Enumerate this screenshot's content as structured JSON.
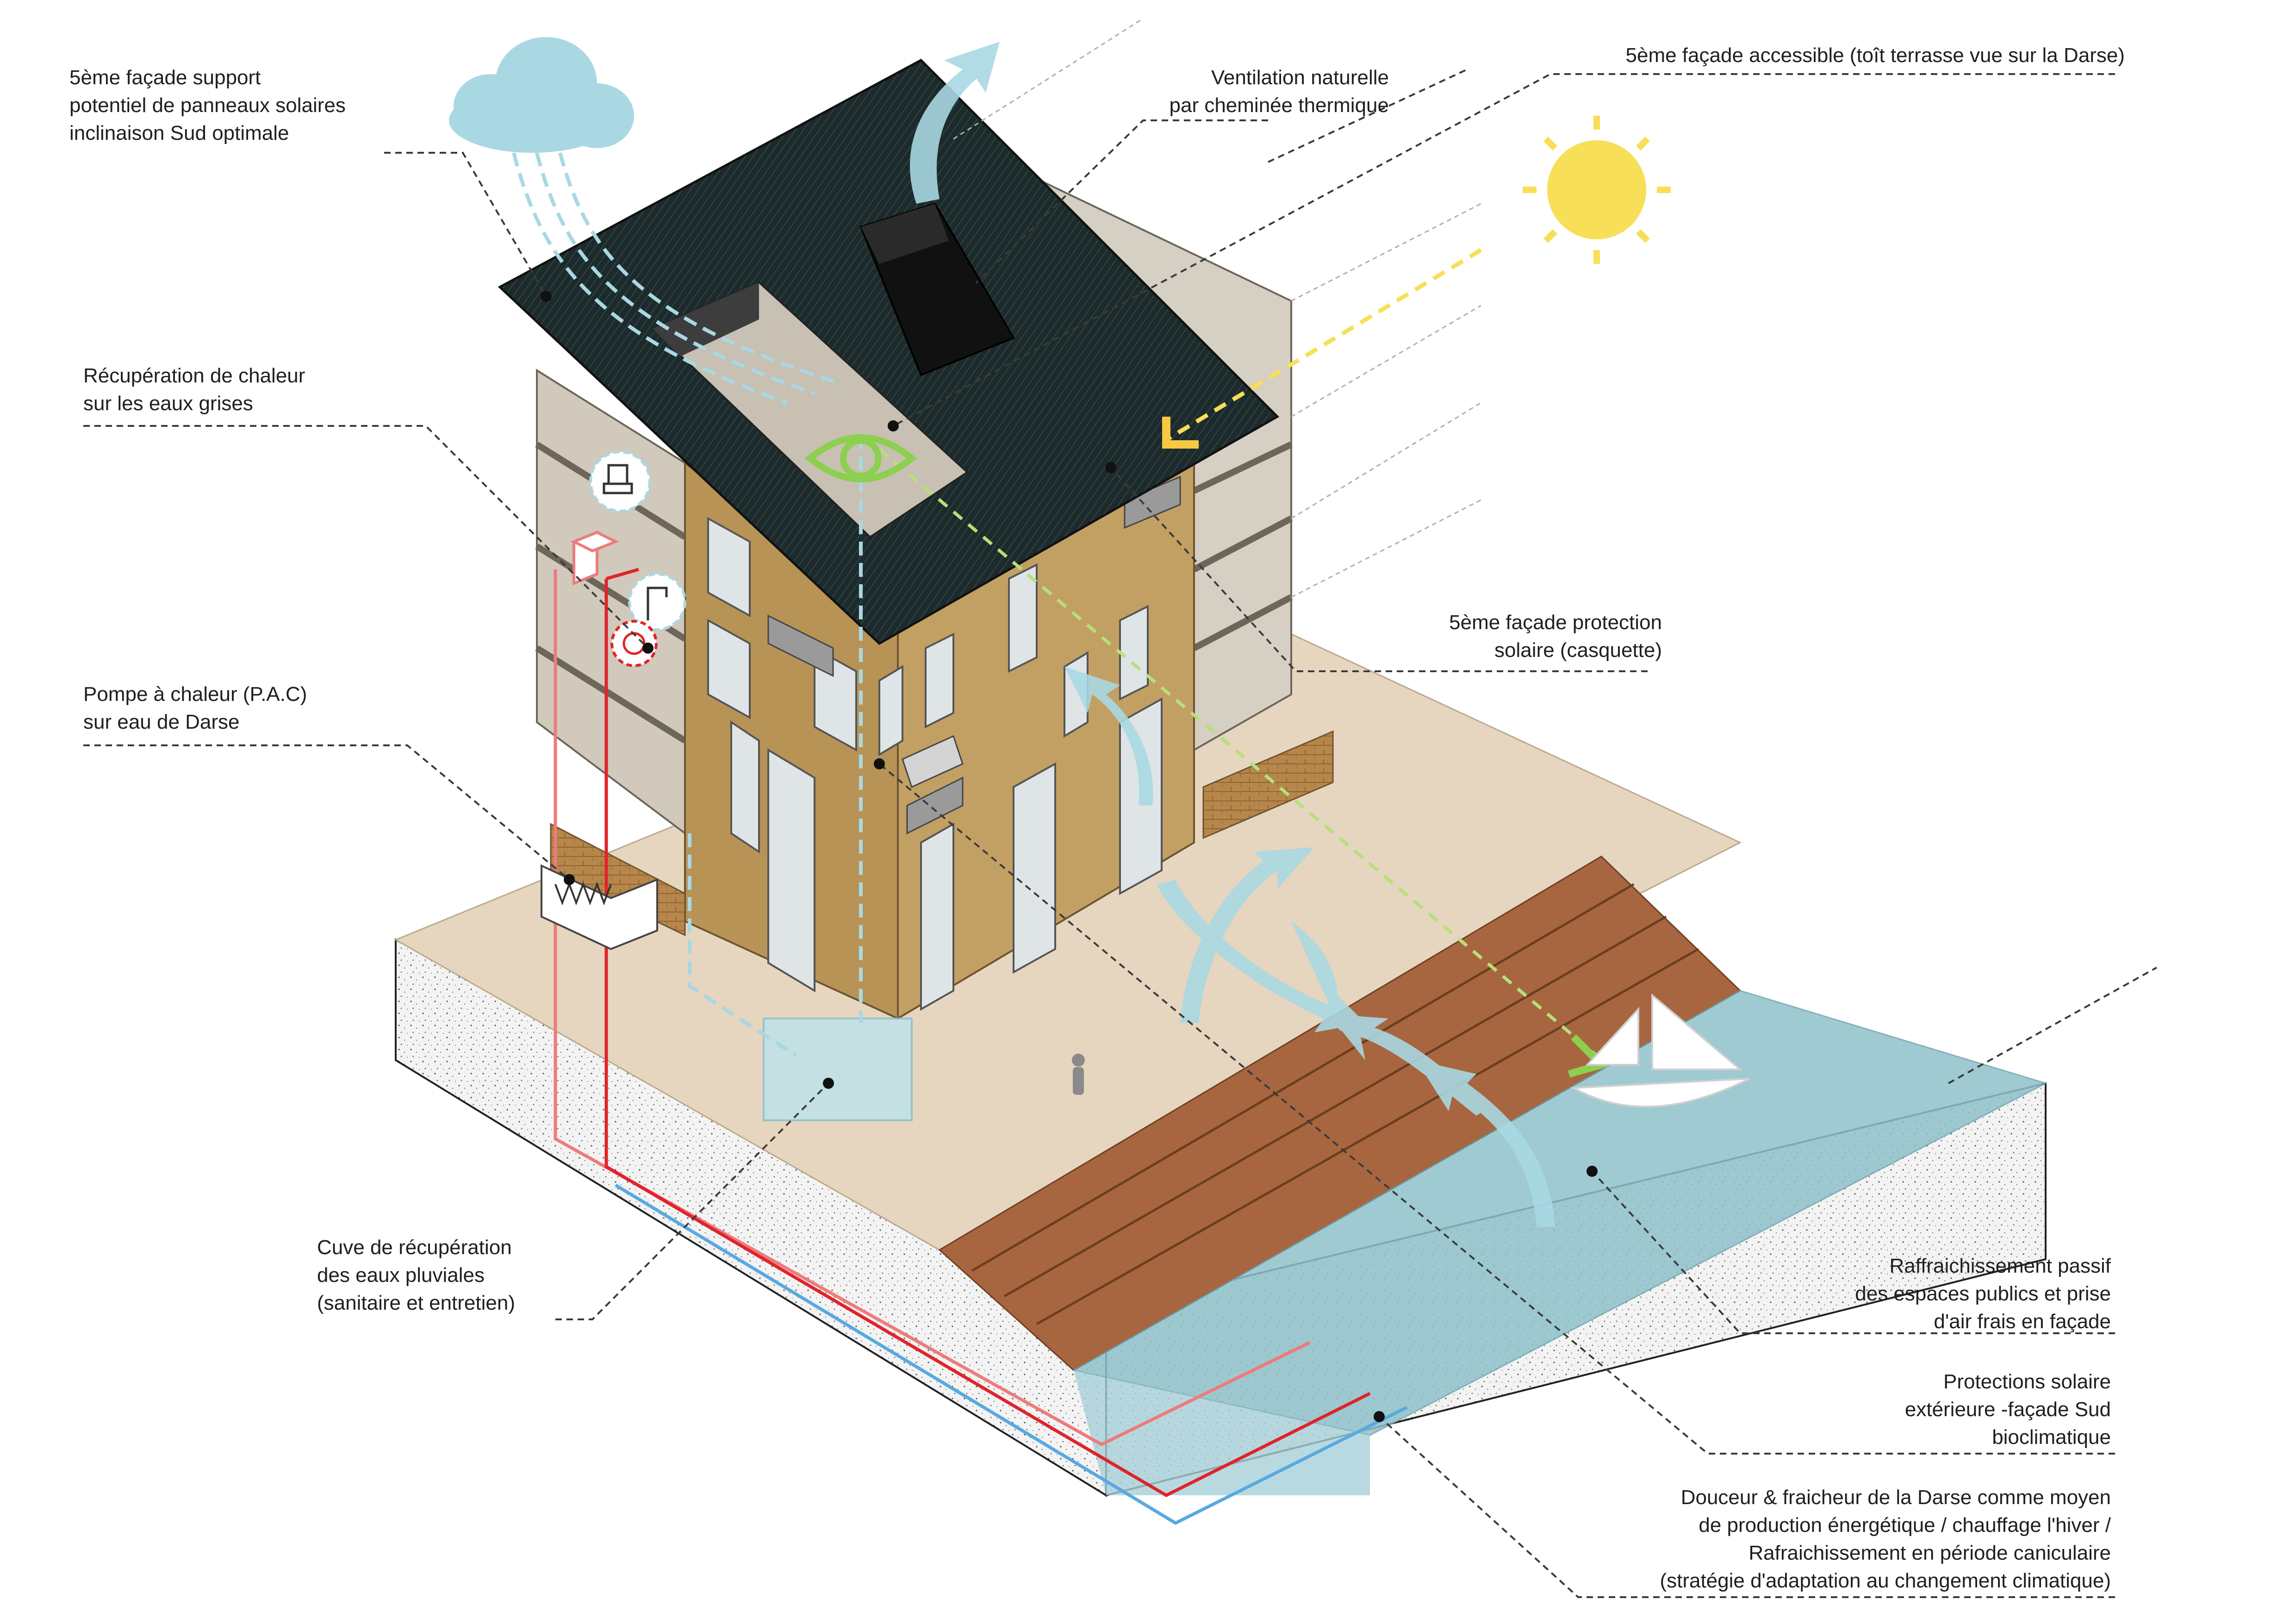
{
  "labels": {
    "solar_panels": [
      "5ème façade support",
      "potentiel de panneaux solaires",
      "inclinaison Sud optimale"
    ],
    "ventilation": [
      "Ventilation naturelle",
      "par cheminée thermique"
    ],
    "roof_terrace": [
      "5ème façade accessible (toît terrasse vue sur la Darse)"
    ],
    "heat_recovery": [
      "Récupération de chaleur",
      "sur les eaux grises"
    ],
    "heat_pump": [
      "Pompe à chaleur (P.A.C)",
      "sur eau de Darse"
    ],
    "sun_protection": [
      "5ème façade protection",
      "solaire (casquette)"
    ],
    "rain_tank": [
      "Cuve de récupération",
      "des eaux pluviales",
      "(sanitaire et entretien)"
    ],
    "passive_cooling": [
      "Raffraichissement passif",
      "des espaces publics et prise",
      "d'air frais en façade"
    ],
    "south_facade": [
      "Protections solaire",
      "extérieure -façade Sud",
      "bioclimatique"
    ],
    "darse_energy": [
      "Douceur & fraicheur de la Darse comme moyen",
      "de production énergétique / chauffage l'hiver /",
      "Rafraichissement en période caniculaire",
      "(stratégie d'adaptation au changement climatique)"
    ]
  },
  "icons": [
    "cloud-icon",
    "sun-icon",
    "eye-icon",
    "toilet-icon",
    "shower-icon",
    "boiler-icon",
    "heat-exchanger-icon",
    "sailboat-icon",
    "person-icon"
  ],
  "colors": {
    "roof": "#1d2a2b",
    "facade": "#b89356",
    "concrete": "#c9c2b6",
    "paving": "#e6d5bf",
    "deck": "#a7663f",
    "water": "#8fc1cb",
    "air_arrow": "#a9d8e3",
    "hot_pipe": "#e0242a",
    "warm_pipe": "#ee7b7b",
    "cold_pipe": "#58a9e0",
    "sun": "#f7df57",
    "eye": "#8dcf4f"
  }
}
